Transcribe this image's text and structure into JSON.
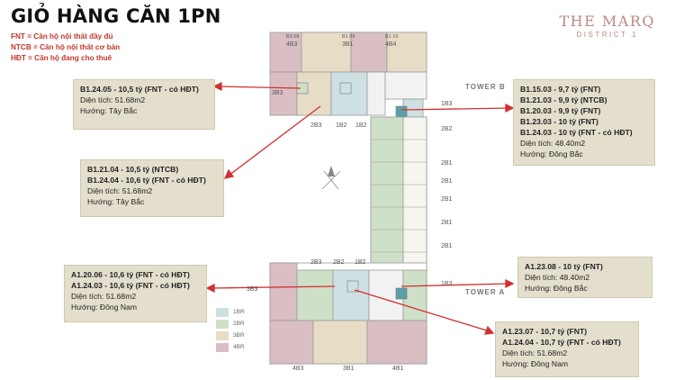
{
  "title": "GIỎ HÀNG CĂN 1PN",
  "legend": [
    "FNT = Căn hộ nội thất đầy đủ",
    "NTCB = Căn hộ nội thất cơ bản",
    "HĐT = Căn hộ đang cho thuê"
  ],
  "brand": {
    "name": "THE MARQ",
    "subtitle": "DISTRICT 1",
    "color": "#b88a80"
  },
  "towers": {
    "b": "TOWER B",
    "a": "TOWER A"
  },
  "unit_types": [
    {
      "label": "1BR",
      "color": "#cfe0e3"
    },
    {
      "label": "2BR",
      "color": "#cfe0c8"
    },
    {
      "label": "3BR",
      "color": "#e7ddc6"
    },
    {
      "label": "4BR",
      "color": "#d9bfc3"
    }
  ],
  "boxes": {
    "b1": {
      "lines": [
        "B1.24.05 - 10,5 tỷ (FNT - có HĐT)"
      ],
      "area": "Diện tích: 51.68m2",
      "direction": "Hướng: Tây Bắc"
    },
    "b2": {
      "lines": [
        "B1.21.04 - 10,5 tỷ (NTCB)",
        "B1.24.04 - 10,6 tỷ (FNT - có HĐT)"
      ],
      "area": "Diện tích: 51.68m2",
      "direction": "Hướng: Tây Bắc"
    },
    "b3": {
      "lines": [
        "B1.15.03 - 9,7 tỷ (FNT)",
        "B1.21.03 - 9,9 tỷ (NTCB)",
        "B1.20.03 - 9,9 tỷ (FNT)",
        "B1.23.03 - 10 tỷ (FNT)",
        "B1.24.03 - 10 tỷ (FNT - có HĐT)"
      ],
      "area": "Diện tích: 48.40m2",
      "direction": "Hướng: Đông Bắc"
    },
    "a1": {
      "lines": [
        "A1.20.06 - 10,6 tỷ (FNT - có HĐT)",
        "A1.24.03 - 10,6 tỷ (FNT - có HĐT)"
      ],
      "area": "Diện tích: 51.68m2",
      "direction": "Hướng: Đông Nam"
    },
    "a2": {
      "lines": [
        "A1.23.08 - 10 tỷ (FNT)"
      ],
      "area": "Diện tích: 48.40m2",
      "direction": "Hướng: Đông Bắc"
    },
    "a3": {
      "lines": [
        "A1.23.07 - 10,7 tỷ (FNT)",
        "A1.24.04 - 10,7 tỷ (FNT - có HĐT)"
      ],
      "area": "Diện tích: 51.68m2",
      "direction": "Hướng: Đông Nam"
    }
  },
  "plan_labels": {
    "top": [
      "B3 08",
      "4B3",
      "B1 09",
      "3B1",
      "B1 10",
      "4B4"
    ],
    "b_left": [
      "3B3",
      "2B3",
      "1B2",
      "1B2"
    ],
    "b_right": [
      "1B3",
      "2B2",
      "2B1",
      "2B1",
      "2B1",
      "2B1",
      "2B1"
    ],
    "a_left": [
      "2B3",
      "2B2",
      "1B2",
      "3B3"
    ],
    "a_right": [
      "1B3"
    ],
    "bottom": [
      "4B3",
      "3B1",
      "4B1"
    ]
  },
  "arrow_color": "#d32f2f"
}
